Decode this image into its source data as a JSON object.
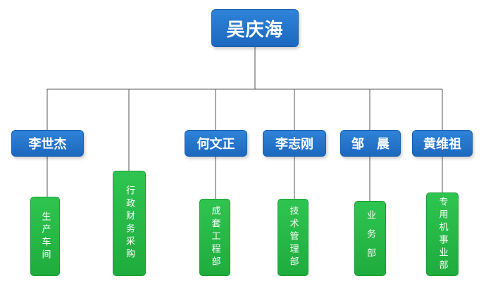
{
  "root": {
    "name": "吴庆海"
  },
  "managers": [
    {
      "name": "李世杰"
    },
    {
      "name": "何文正"
    },
    {
      "name": "李志刚"
    },
    {
      "name": "邹　晨"
    },
    {
      "name": "黄维祖"
    }
  ],
  "departments": [
    {
      "name": "生产车间"
    },
    {
      "name": "行政财务采购"
    },
    {
      "name": "成套工程部"
    },
    {
      "name": "技术管理部"
    },
    {
      "name": "业务部"
    },
    {
      "name": "专用机事业部"
    }
  ],
  "colors": {
    "manager_box": "#1f6fc8",
    "department_box": "#22b444",
    "connector": "#555555"
  }
}
